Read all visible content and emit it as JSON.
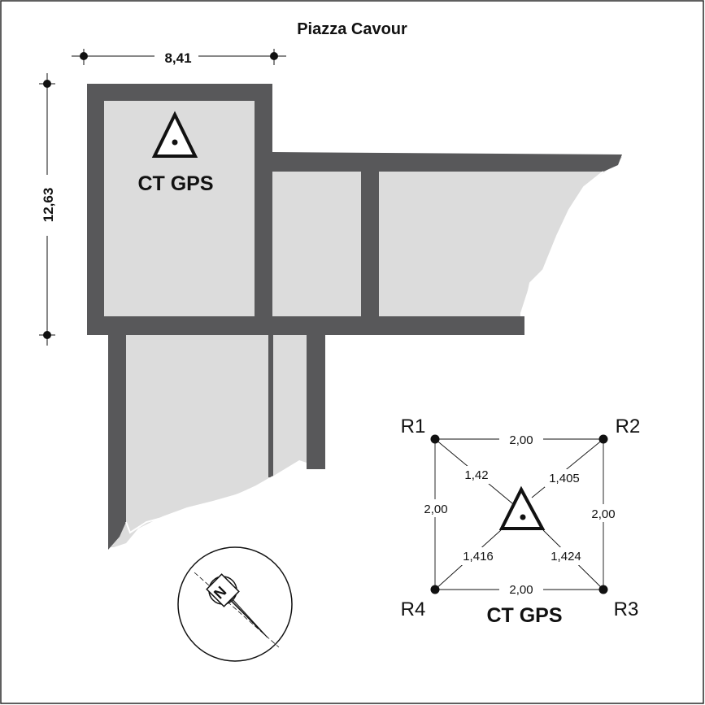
{
  "title": "Piazza Cavour",
  "dimensions": {
    "width_label": "8,41",
    "height_label": "12,63"
  },
  "plan": {
    "station_label": "CT GPS"
  },
  "network": {
    "points": {
      "r1": "R1",
      "r2": "R2",
      "r3": "R3",
      "r4": "R4"
    },
    "distances": {
      "r1_r2": "2,00",
      "r2_r3": "2,00",
      "r3_r4": "2,00",
      "r4_r1": "2,00",
      "r1_ct": "1,42",
      "r2_ct": "1,405",
      "r3_ct": "1,424",
      "r4_ct": "1,416"
    },
    "station_label": "CT GPS"
  },
  "compass": {
    "letter": "N"
  },
  "colors": {
    "wall": "#58585a",
    "floor": "#dcdcdc",
    "frame": "#2a2a2a"
  }
}
